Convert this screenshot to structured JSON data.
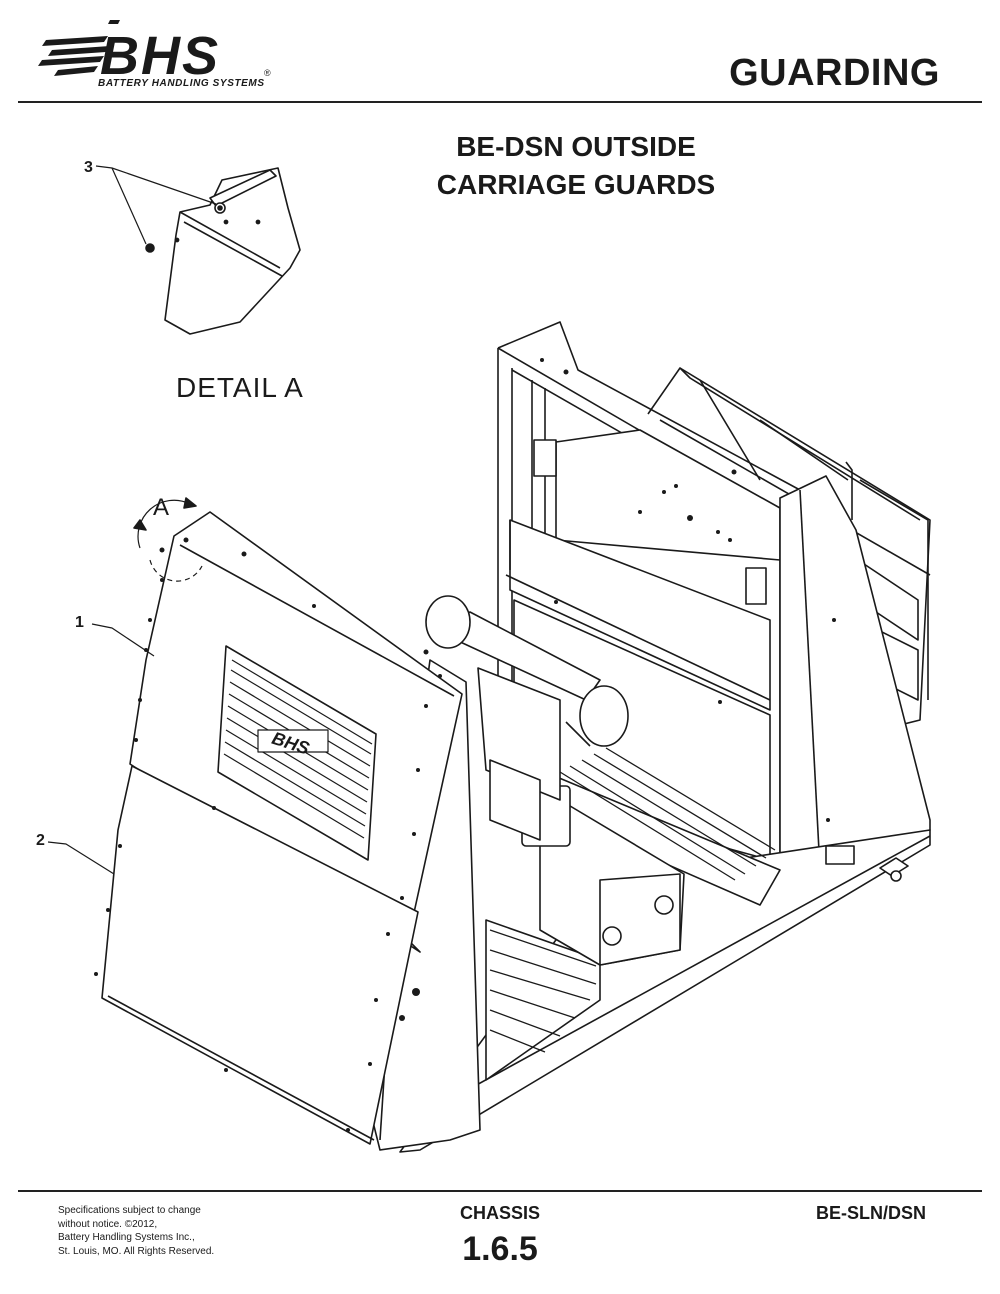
{
  "header": {
    "logo_text": "BHS",
    "logo_registered": "®",
    "logo_tagline": "BATTERY HANDLING SYSTEMS",
    "page_title": "GUARDING"
  },
  "drawing": {
    "title_line1": "BE-DSN OUTSIDE",
    "title_line2": "CARRIAGE GUARDS",
    "detail_label": "DETAIL  A",
    "detail_marker": "A",
    "guard_logo_text": "BHS",
    "callouts": [
      "1",
      "2",
      "3"
    ]
  },
  "footer": {
    "notice_lines": [
      "Specifications subject to change",
      "without notice. ©2012,",
      "Battery Handling Systems Inc.,",
      "St. Louis, MO. All Rights Reserved."
    ],
    "section": "CHASSIS",
    "page_number": "1.6.5",
    "model": "BE-SLN/DSN"
  }
}
